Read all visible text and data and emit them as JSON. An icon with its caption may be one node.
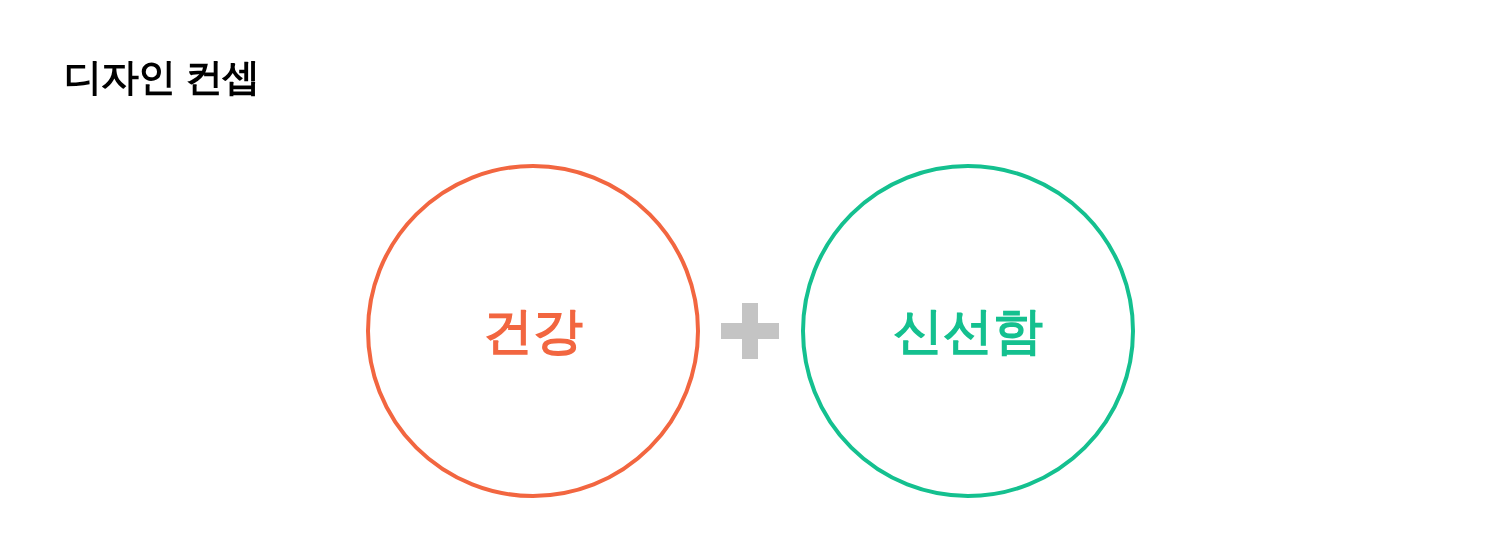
{
  "diagram": {
    "title": "디자인 컨셉",
    "nodes": [
      {
        "text": [
          "건강"
        ]
      },
      {
        "text": [
          "신선함"
        ]
      }
    ]
  }
}
